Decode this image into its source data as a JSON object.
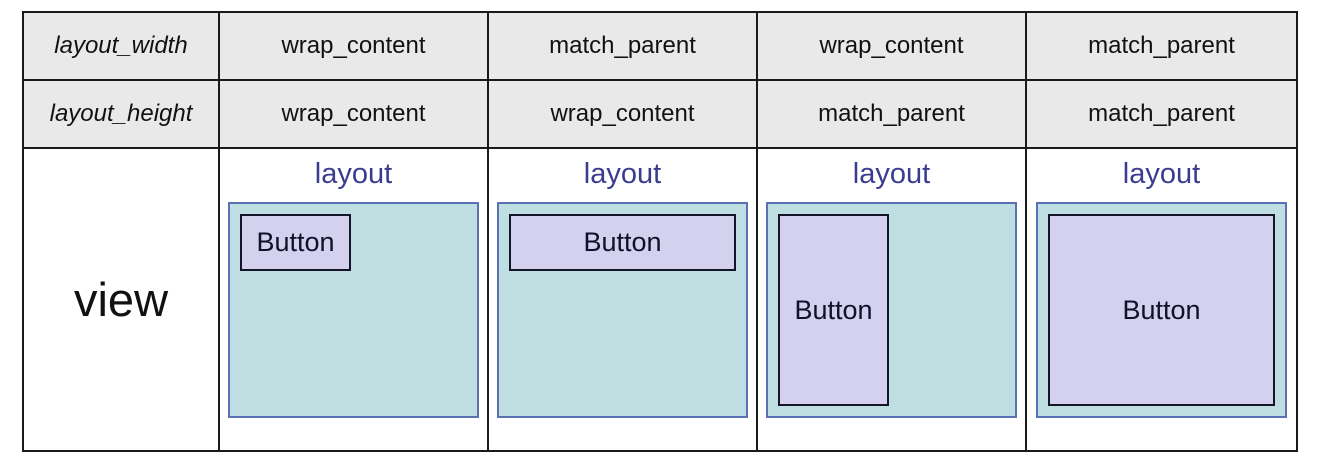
{
  "table": {
    "header_rows": [
      {
        "key": "layout_width",
        "values": [
          "wrap_content",
          "match_parent",
          "wrap_content",
          "match_parent"
        ]
      },
      {
        "key": "layout_height",
        "values": [
          "wrap_content",
          "wrap_content",
          "match_parent",
          "match_parent"
        ]
      }
    ],
    "view_row": {
      "key": "view",
      "cells": [
        {
          "layout_label": "layout",
          "button_label": "Button",
          "layout_width": "wrap_content",
          "layout_height": "wrap_content"
        },
        {
          "layout_label": "layout",
          "button_label": "Button",
          "layout_width": "match_parent",
          "layout_height": "wrap_content"
        },
        {
          "layout_label": "layout",
          "button_label": "Button",
          "layout_width": "wrap_content",
          "layout_height": "match_parent"
        },
        {
          "layout_label": "layout",
          "button_label": "Button",
          "layout_width": "match_parent",
          "layout_height": "match_parent"
        }
      ]
    }
  },
  "colors": {
    "header_bg": "#e9e9e9",
    "table_border": "#1a1a1a",
    "layout_box_fill": "#bedee1",
    "layout_box_border": "#5a72b4",
    "button_fill": "#d3d1ed",
    "button_border": "#15152a",
    "layout_label_text": "#3a3c8f"
  }
}
